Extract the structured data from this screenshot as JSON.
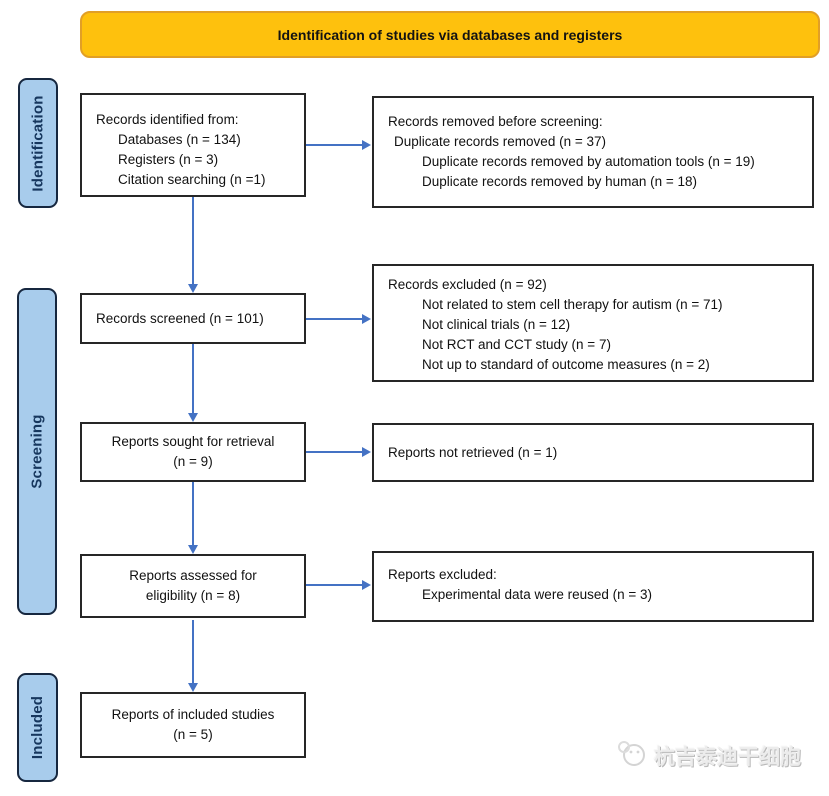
{
  "banner": {
    "title": "Identification of studies via databases and registers"
  },
  "stages": {
    "identification": "Identification",
    "screening": "Screening",
    "included": "Included"
  },
  "boxes": {
    "records_identified": {
      "title": "Records identified from:",
      "items": [
        "Databases (n = 134)",
        "Registers (n = 3)",
        "Citation searching (n =1)"
      ]
    },
    "records_removed": {
      "title": "Records removed before screening:",
      "items": [
        "Duplicate records removed (n = 37)",
        "Duplicate records removed by automation tools (n = 19)",
        "Duplicate records removed by human (n = 18)"
      ]
    },
    "records_screened": {
      "title": "Records screened (n = 101)"
    },
    "records_excluded": {
      "title": "Records excluded (n = 92)",
      "items": [
        "Not related to stem cell therapy for autism (n = 71)",
        "Not clinical trials (n = 12)",
        "Not RCT and CCT study (n = 7)",
        "Not up to standard of outcome measures (n = 2)"
      ]
    },
    "reports_sought": {
      "line1": "Reports sought for retrieval",
      "line2": "(n = 9)"
    },
    "reports_not_retrieved": {
      "title": "Reports not retrieved (n = 1)"
    },
    "reports_assessed": {
      "line1": "Reports assessed for",
      "line2": "eligibility (n = 8)"
    },
    "reports_excluded": {
      "title": "Reports excluded:",
      "items": [
        "Experimental data were reused (n = 3)"
      ]
    },
    "reports_included": {
      "line1": "Reports of included studies",
      "line2": "(n = 5)"
    }
  },
  "watermark": {
    "text": "杭吉泰迪干细胞"
  },
  "colors": {
    "banner_bg": "#FEC10D",
    "banner_border": "#E19F26",
    "stage_bg": "#A8CCEC",
    "stage_border": "#16273F",
    "stage_text": "#17375E",
    "arrow": "#4472C4",
    "box_border": "#262626",
    "box_bg": "#FFFFFF"
  }
}
